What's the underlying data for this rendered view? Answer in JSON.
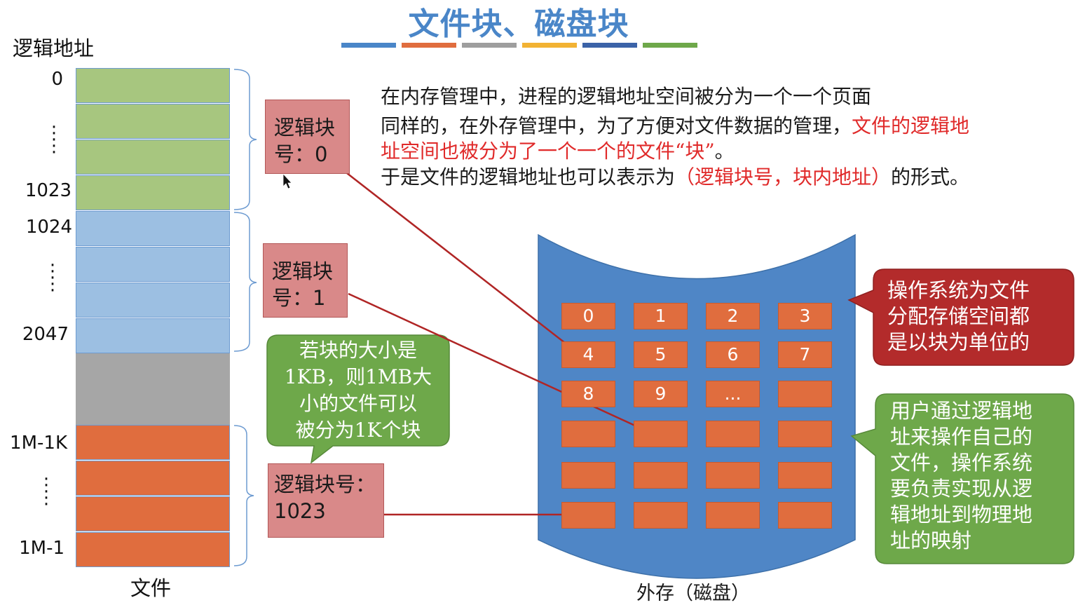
{
  "title": "文件块、磁盘块",
  "title_bar_colors": [
    "#4a86c8",
    "#e06d3e",
    "#9e9e9e",
    "#f2b233",
    "#3b63a8",
    "#6ea84a"
  ],
  "left": {
    "heading": "逻辑地址",
    "addresses": [
      "0",
      "1023",
      "1024",
      "2047",
      "1M-1K",
      "1M-1"
    ],
    "footer": "文件"
  },
  "logical_blocks": [
    {
      "line1": "逻辑块",
      "line2": "号：0"
    },
    {
      "line1": "逻辑块",
      "line2": "号：1"
    },
    {
      "line1": "逻辑块号：",
      "line2": "1023"
    }
  ],
  "paragraph": {
    "line1": "在内存管理中，进程的逻辑地址空间被分为一个一个页面",
    "line2_a": "同样的，在外存管理中，为了方便对文件数据的管理，",
    "line2_b": "文件的逻辑地",
    "line3_a": "址空间也被分为了一个一个的文件“块”",
    "line3_b": "。",
    "line4_a": "于是文件的逻辑地址也可以表示为",
    "line4_b": "（逻辑块号，块内地址）",
    "line4_c": "的形式。"
  },
  "green_note": {
    "lines": [
      "若块的大小是",
      "1KB，则1MB大",
      "小的文件可以",
      "被分为1K个块"
    ]
  },
  "disk": {
    "caption": "外存（磁盘）",
    "blocks": [
      "0",
      "1",
      "2",
      "3",
      "4",
      "5",
      "6",
      "7",
      "8",
      "9",
      "...",
      "",
      "",
      "",
      "",
      "",
      "",
      "",
      "",
      "",
      "",
      "",
      "",
      ""
    ]
  },
  "red_callout": {
    "lines": [
      "操作系统为文件",
      "分配存储空间都",
      "是以块为单位的"
    ]
  },
  "green_callout": {
    "lines": [
      "用户通过逻辑地",
      "址来操作自己的",
      "文件，操作系统",
      "要负责实现从逻",
      "辑地址到物理地",
      "址的映射"
    ]
  },
  "colors": {
    "arrow": "#b02525",
    "disk": "#4f86c6",
    "green_box": "#6ea84a",
    "red_box": "#b32b2b"
  }
}
